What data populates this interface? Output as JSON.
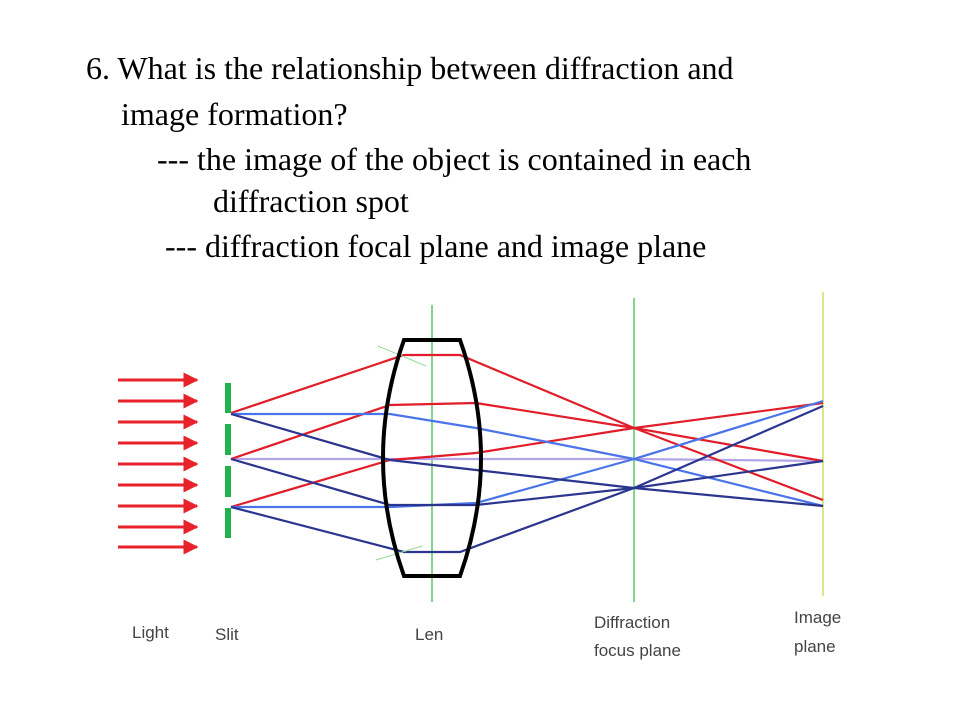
{
  "question": {
    "line1": "6. What is the relationship between diffraction and",
    "line2": "image formation?",
    "bullet1_line1": "--- the image of the object is contained in each",
    "bullet1_line2": "diffraction spot",
    "bullet2": "--- diffraction focal plane and image plane"
  },
  "diagram_labels": {
    "light": "Light",
    "slit": "Slit",
    "lens": "Len",
    "diffraction_line1": "Diffraction",
    "diffraction_line2": "focus plane",
    "image_line1": "Image",
    "image_line2": "plane"
  },
  "colors": {
    "arrow": "#e8222a",
    "slit": "#22b14c",
    "plane_green": "#7fd88a",
    "plane_yellow": "#d9e88a",
    "ray_red": "#e11d2a",
    "ray_blue": "#4a74e8",
    "ray_navy": "#2b3590",
    "ray_lavender": "#b4a4e8",
    "lens": "#000000"
  }
}
